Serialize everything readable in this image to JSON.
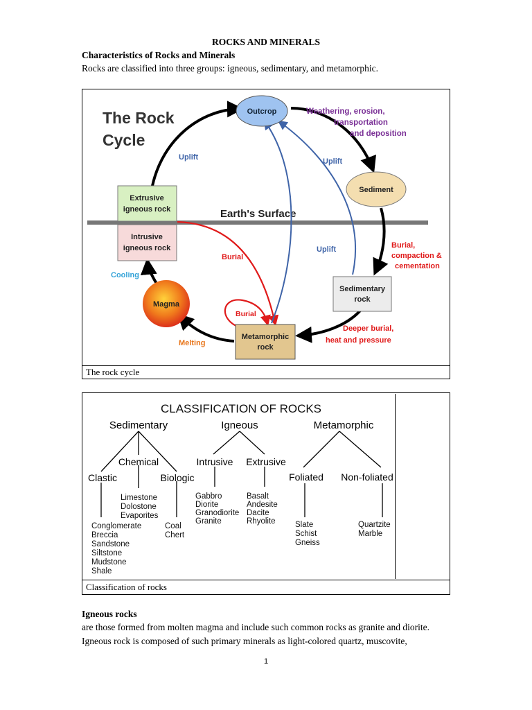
{
  "document": {
    "title": "ROCKS AND MINERALS",
    "section_heading": "Characteristics of Rocks and Minerals",
    "intro": "Rocks are classified into three groups:  igneous, sedimentary, and metamorphic.",
    "subheading": "Igneous rocks",
    "paragraph_lines": [
      "are those formed from molten magma and include such common rocks as granite and diorite.",
      "Igneous rock is composed of such primary minerals as light-colored quartz, muscovite,"
    ],
    "page_number": "1"
  },
  "figure1": {
    "caption": "The rock cycle",
    "title_line1": "The Rock",
    "title_line2": "Cycle",
    "nodes": {
      "outcrop": "Outcrop",
      "sediment": "Sediment",
      "sedimentary_rock_1": "Sedimentary",
      "sedimentary_rock_2": "rock",
      "metamorphic_rock_1": "Metamorphic",
      "metamorphic_rock_2": "rock",
      "magma": "Magma",
      "extrusive_1": "Extrusive",
      "extrusive_2": "igneous rock",
      "intrusive_1": "Intrusive",
      "intrusive_2": "igneous rock"
    },
    "surface_label": "Earth's Surface",
    "labels": {
      "weathering_1": "Weathering, erosion,",
      "weathering_2": "transportation",
      "weathering_3": "and deposition",
      "uplift_left": "Uplift",
      "uplift_top": "Uplift",
      "uplift_mid": "Uplift",
      "burial_compaction_1": "Burial,",
      "burial_compaction_2": "compaction &",
      "burial_compaction_3": "cementation",
      "deeper_1": "Deeper burial,",
      "deeper_2": "heat and pressure",
      "burial": "Burial",
      "burial_loop": "Burial",
      "cooling": "Cooling",
      "melting": "Melting"
    },
    "colors": {
      "outcrop_fill": "#9fc3f0",
      "sediment_fill": "#f4deb0",
      "sedimentary_fill": "#ececec",
      "metamorphic_fill": "#e2c68f",
      "extrusive_fill": "#d8f0c2",
      "intrusive_fill": "#f7dada",
      "purple_text": "#7a3096",
      "blue_text": "#3f64a8",
      "red_text": "#e01b1b",
      "cooling_text": "#35a3d8",
      "melting_text": "#e8751a"
    }
  },
  "figure2": {
    "caption": "Classification of rocks",
    "title": "CLASSIFICATION OF ROCKS",
    "groups": {
      "sedimentary": "Sedimentary",
      "igneous": "Igneous",
      "metamorphic": "Metamorphic"
    },
    "subgroups": {
      "chemical": "Chemical",
      "clastic": "Clastic",
      "biologic": "Biologic",
      "intrusive": "Intrusive",
      "extrusive": "Extrusive",
      "foliated": "Foliated",
      "non_foliated": "Non-foliated"
    },
    "chemical_rocks": [
      "Limestone",
      "Dolostone",
      "Evaporites"
    ],
    "clastic_rocks": [
      "Conglomerate",
      "Breccia",
      "Sandstone",
      "Siltstone",
      "Mudstone",
      "Shale"
    ],
    "biologic_rocks": [
      "Coal",
      "Chert"
    ],
    "intrusive_rocks": [
      "Gabbro",
      "Diorite",
      "Granodiorite",
      "Granite"
    ],
    "extrusive_rocks": [
      "Basalt",
      "Andesite",
      "Dacite",
      "Rhyolite"
    ],
    "foliated_rocks": [
      "Slate",
      "Schist",
      "Gneiss"
    ],
    "non_foliated_rocks": [
      "Quartzite",
      "Marble"
    ]
  }
}
